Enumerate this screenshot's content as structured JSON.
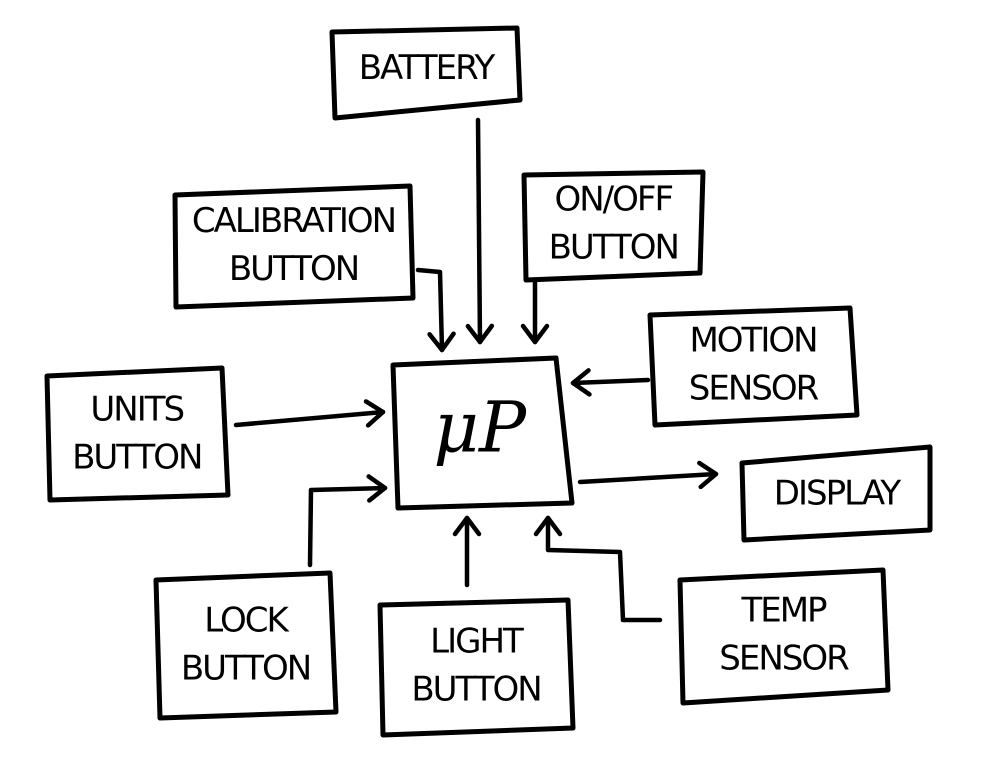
{
  "diagram": {
    "title": "",
    "stroke_color": "#000000",
    "background": "#ffffff",
    "nodes": [
      {
        "id": "mp",
        "lines": [
          "μP"
        ]
      },
      {
        "id": "battery",
        "lines": [
          "BATTERY"
        ]
      },
      {
        "id": "calibration",
        "lines": [
          "CALIBRATION",
          "BUTTON"
        ]
      },
      {
        "id": "onoff",
        "lines": [
          "ON/OFF",
          "BUTTON"
        ]
      },
      {
        "id": "motion",
        "lines": [
          "MOTION",
          "SENSOR"
        ]
      },
      {
        "id": "units",
        "lines": [
          "UNITS",
          "BUTTON"
        ]
      },
      {
        "id": "display",
        "lines": [
          "DISPLAY"
        ]
      },
      {
        "id": "lock",
        "lines": [
          "LOCK",
          "BUTTON"
        ]
      },
      {
        "id": "light",
        "lines": [
          "LIGHT",
          "BUTTON"
        ]
      },
      {
        "id": "temp",
        "lines": [
          "TEMP",
          "SENSOR"
        ]
      }
    ],
    "edges": [
      {
        "from": "battery",
        "to": "mp"
      },
      {
        "from": "calibration",
        "to": "mp"
      },
      {
        "from": "onoff",
        "to": "mp"
      },
      {
        "from": "motion",
        "to": "mp"
      },
      {
        "from": "units",
        "to": "mp"
      },
      {
        "from": "mp",
        "to": "display"
      },
      {
        "from": "lock",
        "to": "mp"
      },
      {
        "from": "light",
        "to": "mp"
      },
      {
        "from": "temp",
        "to": "mp"
      }
    ]
  }
}
